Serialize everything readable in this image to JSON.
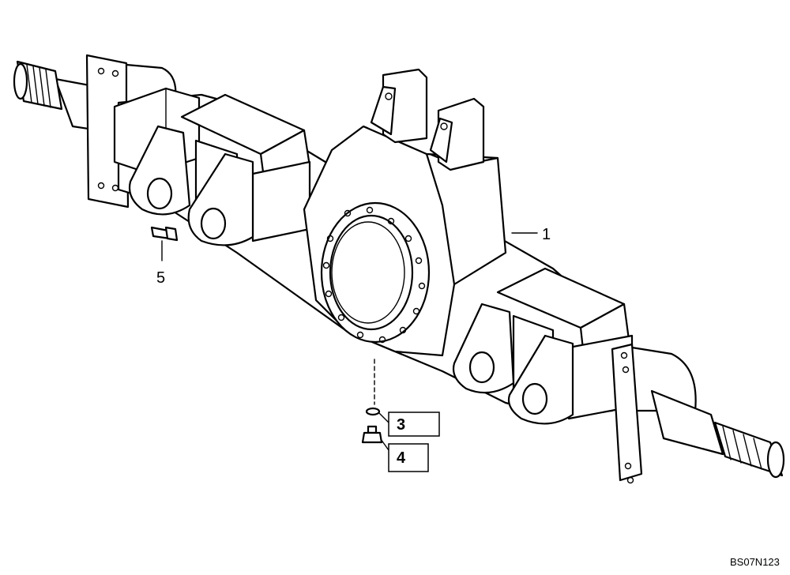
{
  "callouts": [
    {
      "id": "1",
      "label": "1"
    },
    {
      "id": "3",
      "label": "3"
    },
    {
      "id": "4",
      "label": "4"
    },
    {
      "id": "5",
      "label": "5"
    }
  ],
  "reference_code": "BS07N123"
}
